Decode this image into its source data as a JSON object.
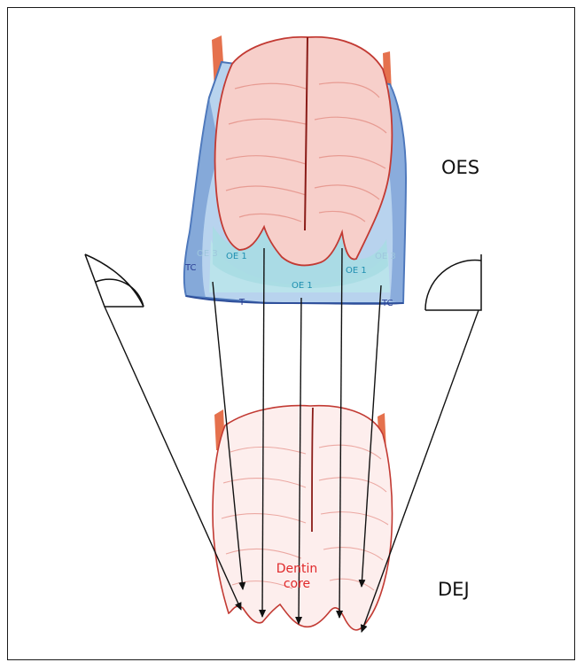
{
  "labels": {
    "oes": "OES",
    "dej": "DEJ",
    "core_line1": "Dentin",
    "core_line2": "core"
  },
  "enamel_zones": {
    "oe3_left": "OE 3",
    "oe1_left": "OE 1",
    "oe1_center": "OE 1",
    "oe1_right": "OE 1",
    "oe3_right": "OE 3",
    "tc_left": "TC",
    "t_mid": "T",
    "tc_right": "TC"
  },
  "colors": {
    "dentin_fill": "#f6c9c4",
    "dentin_line": "#c8463c",
    "enamel_blue": "#5b86c9",
    "enamel_light": "#b9e4ea",
    "oe_text_dark": "#1f8fb0",
    "oe_text_light": "#9fc7dd",
    "tc_text": "#2b3f96",
    "core_text": "#e0282a",
    "frame": "#1a1a1a"
  }
}
